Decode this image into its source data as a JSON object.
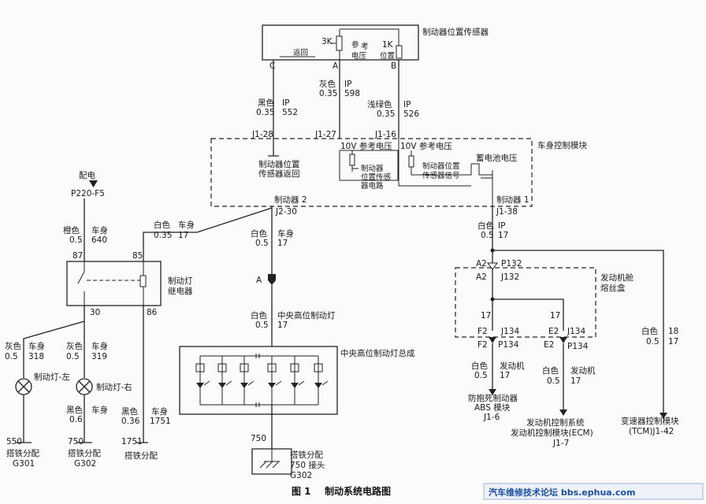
{
  "sensor": {
    "title": "制动器位置传感器",
    "r3k": "3K",
    "r1k": "1K",
    "ref_l1": "参",
    "ref_l2": "考",
    "ref_l3": "电压",
    "pos_l1": "位置",
    "ret": "返回",
    "pin_c": "C",
    "pin_a": "A",
    "pin_b": "B"
  },
  "wires_top": {
    "c": {
      "color": "黑色",
      "gauge": "0.35",
      "loc": "IP",
      "num": "552"
    },
    "a": {
      "color": "灰色",
      "gauge": "0.35",
      "loc": "IP",
      "num": "598"
    },
    "b": {
      "color": "浅绿色",
      "gauge": "0.35",
      "loc": "IP",
      "num": "526"
    }
  },
  "bcm": {
    "title": "车身控制模块",
    "j1_28": "J1-28",
    "j1_27": "J1-27",
    "j1_16": "J1-16",
    "ret_l1": "制动器位置",
    "ret_l2": "传感器返回",
    "v10_a": "10V 参考电压",
    "v10_b": "10V 参考电压",
    "ref_l1": "制动器",
    "ref_l2": "位置传感",
    "ref_l3": "器电路",
    "sig_l1": "制动器位置",
    "sig_l2": "传感器信号",
    "bat": "蓄电池电压",
    "brake2": "制动器 2",
    "brake1": "制动器 1",
    "j2_30": "J2-30",
    "j1_38": "J1-38"
  },
  "power": {
    "label": "配电",
    "fuse": "P220-F5"
  },
  "relay": {
    "title_l1": "制动灯",
    "title_l2": "继电器",
    "p87": "87",
    "p85": "85",
    "p30": "30",
    "p86": "86",
    "w_in": {
      "color": "橙色",
      "gauge": "0.5",
      "loc": "车身",
      "num": "640"
    },
    "w_85": {
      "color": "白色",
      "gauge": "0.35",
      "loc": "车身",
      "num": "17"
    },
    "w_86": {
      "color": "黑色",
      "gauge": "0.36",
      "loc": "车身",
      "num": "1751"
    }
  },
  "lamps": {
    "left": {
      "label": "制动灯-左",
      "color": "灰色",
      "gauge": "0.5",
      "loc": "车身",
      "num": "318"
    },
    "right": {
      "label": "制动灯-右",
      "color": "灰色",
      "gauge": "0.5",
      "loc": "车身",
      "num": "319"
    },
    "r_gnd": {
      "color": "黑色",
      "gauge": "0.6",
      "loc": "车身"
    }
  },
  "grounds": [
    {
      "num": "550",
      "l1": "搭铁分配",
      "l2": "G301"
    },
    {
      "num": "750",
      "l1": "搭铁分配",
      "l2": "G302"
    },
    {
      "num": "1751",
      "l1": "搭铁分配",
      "l2": ""
    }
  ],
  "chmsl": {
    "w1": {
      "color": "白色",
      "gauge": "0.5",
      "loc": "车身",
      "num": "17"
    },
    "conn": "A",
    "w2": {
      "color": "白色",
      "gauge": "0.5",
      "num": "17"
    },
    "lamp_label": "中央高位制动灯",
    "assembly": "中央高位制动灯总成",
    "g_num": "750",
    "g_l1": "搭铁分配",
    "g_l2": "750 接头",
    "g_l3": "G302"
  },
  "right_side": {
    "w_main": {
      "color": "白色",
      "gauge": "0.5",
      "loc": "IP",
      "num": "17"
    },
    "a2_top": "A2",
    "p132": "P132",
    "a2": "A2",
    "j132": "J132",
    "fuse_l1": "发动机舱",
    "fuse_l2": "熔丝盒",
    "n17a": "17",
    "n17b": "17",
    "f2": "F2",
    "j134a": "J134",
    "f2b": "F2",
    "p134a": "P134",
    "e2": "E2",
    "j134b": "J134",
    "e2b": "E2",
    "p134b": "P134",
    "w_abs": {
      "color": "白色",
      "gauge": "0.5",
      "loc": "发动机",
      "num": "17"
    },
    "abs_l1": "防抱死制动器",
    "abs_l2": "ABS 模块",
    "abs_l3": "J1-6",
    "w_ecm": {
      "color": "白色",
      "gauge": "0.5",
      "loc": "发动机",
      "num": "17"
    },
    "ecm_l1": "发动机控制系统",
    "ecm_l2": "发动机控制模块(ECM)",
    "ecm_l3": "J1-7",
    "w_tcm": {
      "color": "白色",
      "gauge": "0.5",
      "n1": "18",
      "n2": "17"
    },
    "tcm_l1": "变速器控制模块",
    "tcm_l2": "(TCM)J1-42"
  },
  "caption": {
    "fig": "图 1",
    "title": "制动系统电路图"
  },
  "watermark": "汽车维修技术论坛 bbs.ephua.com"
}
